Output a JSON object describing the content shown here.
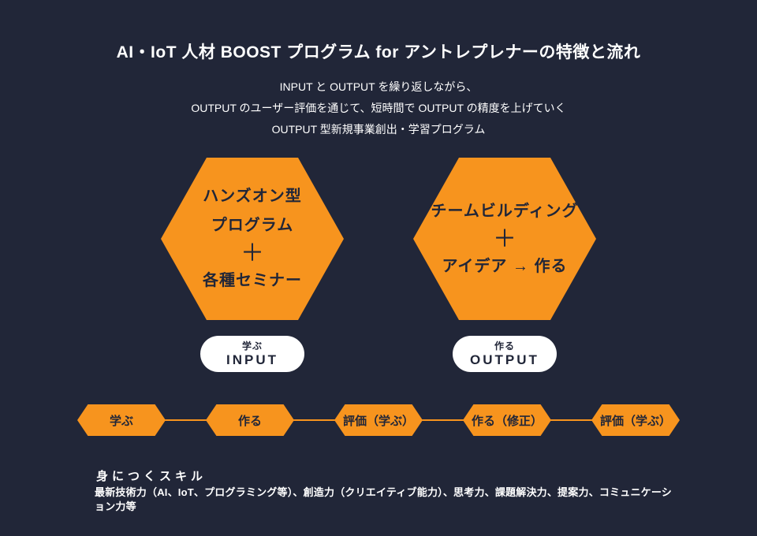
{
  "colors": {
    "background": "#212638",
    "accent_orange": "#F7941E",
    "text_light": "#FFFFFF",
    "text_dark": "#212638",
    "pill_bg": "#FFFFFF"
  },
  "header": {
    "title": "AI・IoT 人材 BOOST プログラム for アントレプレナーの特徴と流れ",
    "subtitle_lines": [
      "INPUT と OUTPUT を繰り返しながら、",
      "OUTPUT のユーザー評価を通じて、短時間で OUTPUT の精度を上げていく",
      "OUTPUT 型新規事業創出・学習プログラム"
    ]
  },
  "hexagons": [
    {
      "id": "input",
      "lines": [
        "ハンズオン型",
        "プログラム",
        "＋",
        "各種セミナー"
      ],
      "badge": {
        "top": "学ぶ",
        "bottom": "INPUT"
      }
    },
    {
      "id": "output",
      "lines": [
        "チームビルディング",
        "＋",
        "アイデア → 作る"
      ],
      "badge": {
        "top": "作る",
        "bottom": "OUTPUT"
      }
    }
  ],
  "flow": {
    "steps": [
      "学ぶ",
      "作る",
      "評価（学ぶ）",
      "作る（修正）",
      "評価（学ぶ）"
    ]
  },
  "skills": {
    "heading": "身につくスキル",
    "description": "最新技術力（AI、IoT、プログラミング等）、創造力（クリエイティブ能力）、思考力、課題解決力、提案力、コミュニケーション力等"
  }
}
